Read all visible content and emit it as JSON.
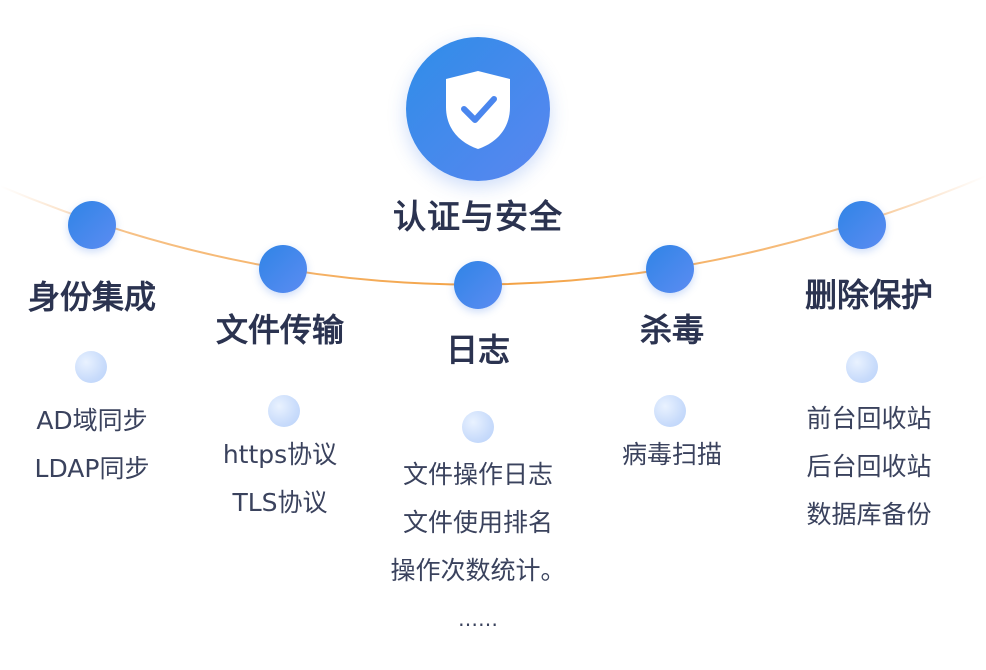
{
  "center": {
    "title": "认证与安全",
    "icon": "shield-check-icon"
  },
  "features": [
    {
      "id": "identity",
      "title": "身份集成",
      "items": [
        "AD域同步",
        "LDAP同步"
      ]
    },
    {
      "id": "transfer",
      "title": "文件传输",
      "items": [
        "https协议",
        "TLS协议"
      ]
    },
    {
      "id": "log",
      "title": "日志",
      "items": [
        "文件操作日志",
        "文件使用排名",
        "操作次数统计。",
        "……"
      ]
    },
    {
      "id": "antivirus",
      "title": "杀毒",
      "items": [
        "病毒扫描"
      ]
    },
    {
      "id": "delete-protect",
      "title": "删除保护",
      "items": [
        "前台回收站",
        "后台回收站",
        "数据库备份"
      ]
    }
  ],
  "colors": {
    "primary_start": "#2f84e6",
    "primary_end": "#5c8cf2",
    "arc_stroke": "#f5a54a",
    "text_dark": "#2b3350"
  }
}
